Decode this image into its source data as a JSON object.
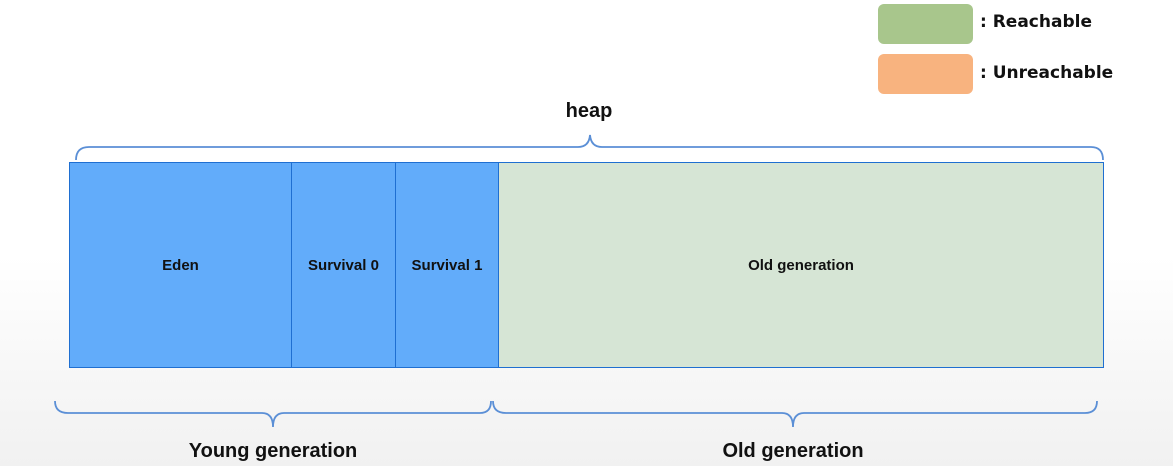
{
  "legend": [
    {
      "label": ": Reachable",
      "color": "#a8c68c"
    },
    {
      "label": ": Unreachable",
      "color": "#f8b37f"
    }
  ],
  "heap_label": "heap",
  "blocks": {
    "eden": "Eden",
    "survival0": "Survival 0",
    "survival1": "Survival 1",
    "old": "Old generation"
  },
  "colors": {
    "young": "#62acfa",
    "old": "#d6e5d5",
    "border": "#1f6fd1",
    "brace": "#5b8fd6"
  },
  "groups": {
    "young": "Young generation",
    "old": "Old generation"
  }
}
